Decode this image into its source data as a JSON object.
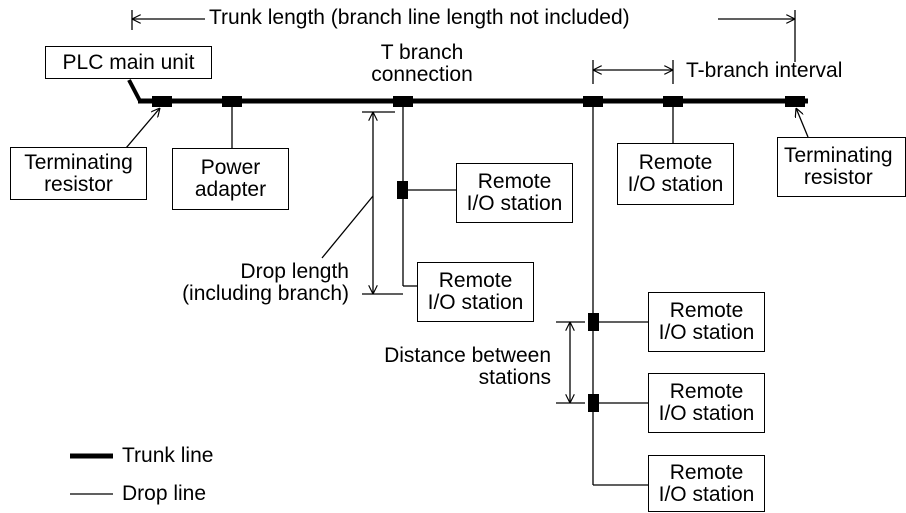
{
  "title_annotation": "Trunk length (branch line length not included)",
  "labels": {
    "t_branch_connection": "T branch\nconnection",
    "t_branch_interval": "T-branch interval",
    "drop_length": "Drop length\n(including branch)",
    "distance_between_stations": "Distance between\nstations"
  },
  "boxes": {
    "plc_main_unit": "PLC main unit",
    "terminating_resistor_left": "Terminating\nresistor",
    "power_adapter": "Power\nadapter",
    "remote_io_trunk": "Remote\nI/O station",
    "terminating_resistor_right": "Terminating\nresistor",
    "remote_io_branch_1": "Remote\nI/O station",
    "remote_io_branch_2": "Remote\nI/O station",
    "remote_io_right_1": "Remote\nI/O station",
    "remote_io_right_2": "Remote\nI/O station",
    "remote_io_right_3": "Remote\nI/O station"
  },
  "legend": {
    "trunk_line": "Trunk line",
    "drop_line": "Drop line"
  }
}
